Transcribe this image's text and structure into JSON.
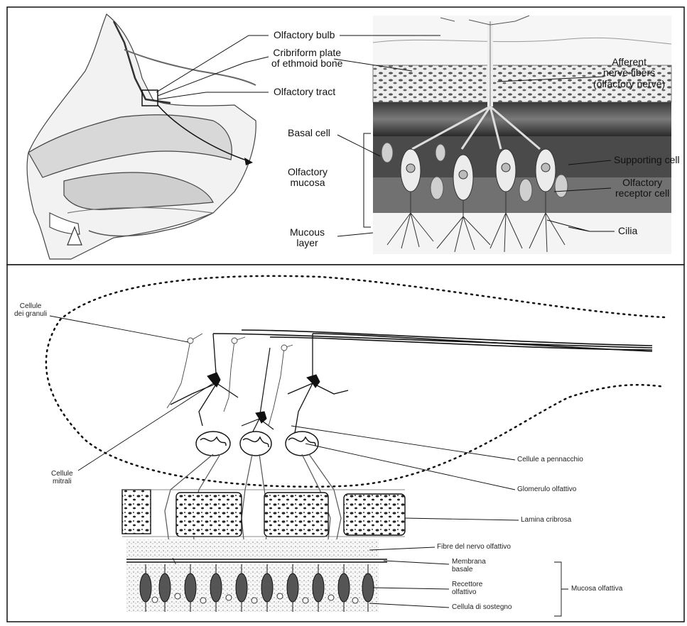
{
  "top_panel": {
    "labels": {
      "olfactory_bulb": "Olfactory bulb",
      "cribriform_plate": "Cribriform plate\nof ethmoid bone",
      "olfactory_tract": "Olfactory tract",
      "basal_cell": "Basal cell",
      "olfactory_mucosa": "Olfactory\nmucosa",
      "mucous_layer": "Mucous\nlayer",
      "afferent_fibers": "Afferent\nnerve fibers\n(olfactory nerve)",
      "supporting_cell": "Supporting cell",
      "olfactory_receptor_cell": "Olfactory\nreceptor cell",
      "cilia": "Cilia"
    }
  },
  "bottom_panel": {
    "labels": {
      "cellule_granuli": "Cellule\ndei granuli",
      "cellule_mitrali": "Cellule\nmitrali",
      "cellule_pennacchio": "Cellule a pennacchio",
      "glomerulo": "Glomerulo olfattivo",
      "lamina_cribrosa": "Lamina cribrosa",
      "fibre_nervo": "Fibre del nervo olfattivo",
      "membrana_basale": "Membrana\nbasale",
      "recettore": "Recettore\nolfattivo",
      "mucosa_olfattiva": "Mucosa olfattiva",
      "cellula_sostegno": "Cellula di sostegno"
    }
  }
}
